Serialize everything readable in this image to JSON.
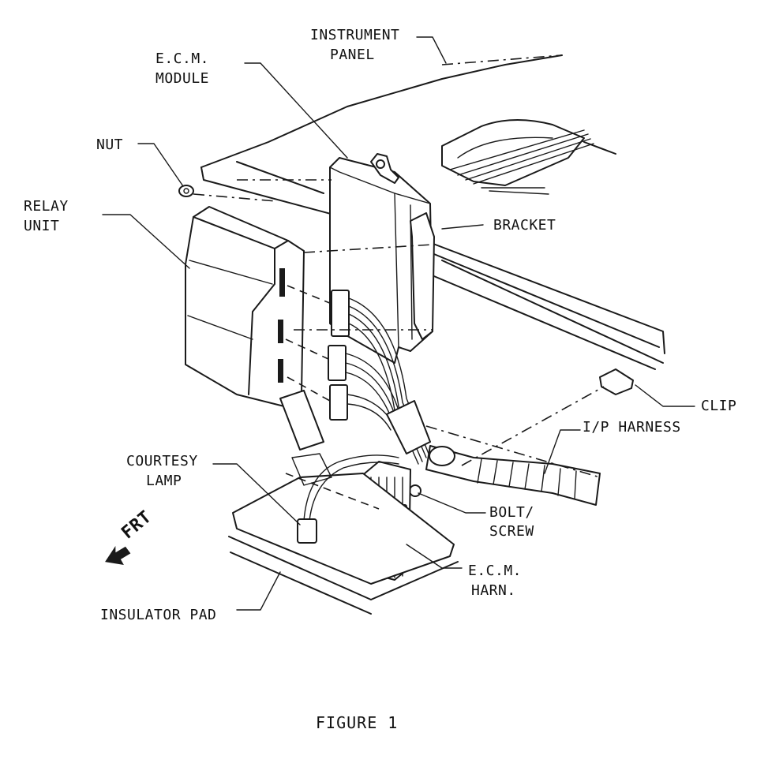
{
  "labels": {
    "instrument_panel_1": "INSTRUMENT",
    "instrument_panel_2": "PANEL",
    "ecm_module_1": "E.C.M.",
    "ecm_module_2": "MODULE",
    "nut": "NUT",
    "relay_unit_1": "RELAY",
    "relay_unit_2": "UNIT",
    "bracket": "BRACKET",
    "clip": "CLIP",
    "ip_harness": "I/P HARNESS",
    "courtesy_lamp_1": "COURTESY",
    "courtesy_lamp_2": "LAMP",
    "bolt_screw_1": "BOLT/",
    "bolt_screw_2": "SCREW",
    "ecm_harn_1": "E.C.M.",
    "ecm_harn_2": "HARN.",
    "insulator_pad": "INSULATOR PAD",
    "frt": "FRT"
  },
  "caption": "FIGURE 1"
}
